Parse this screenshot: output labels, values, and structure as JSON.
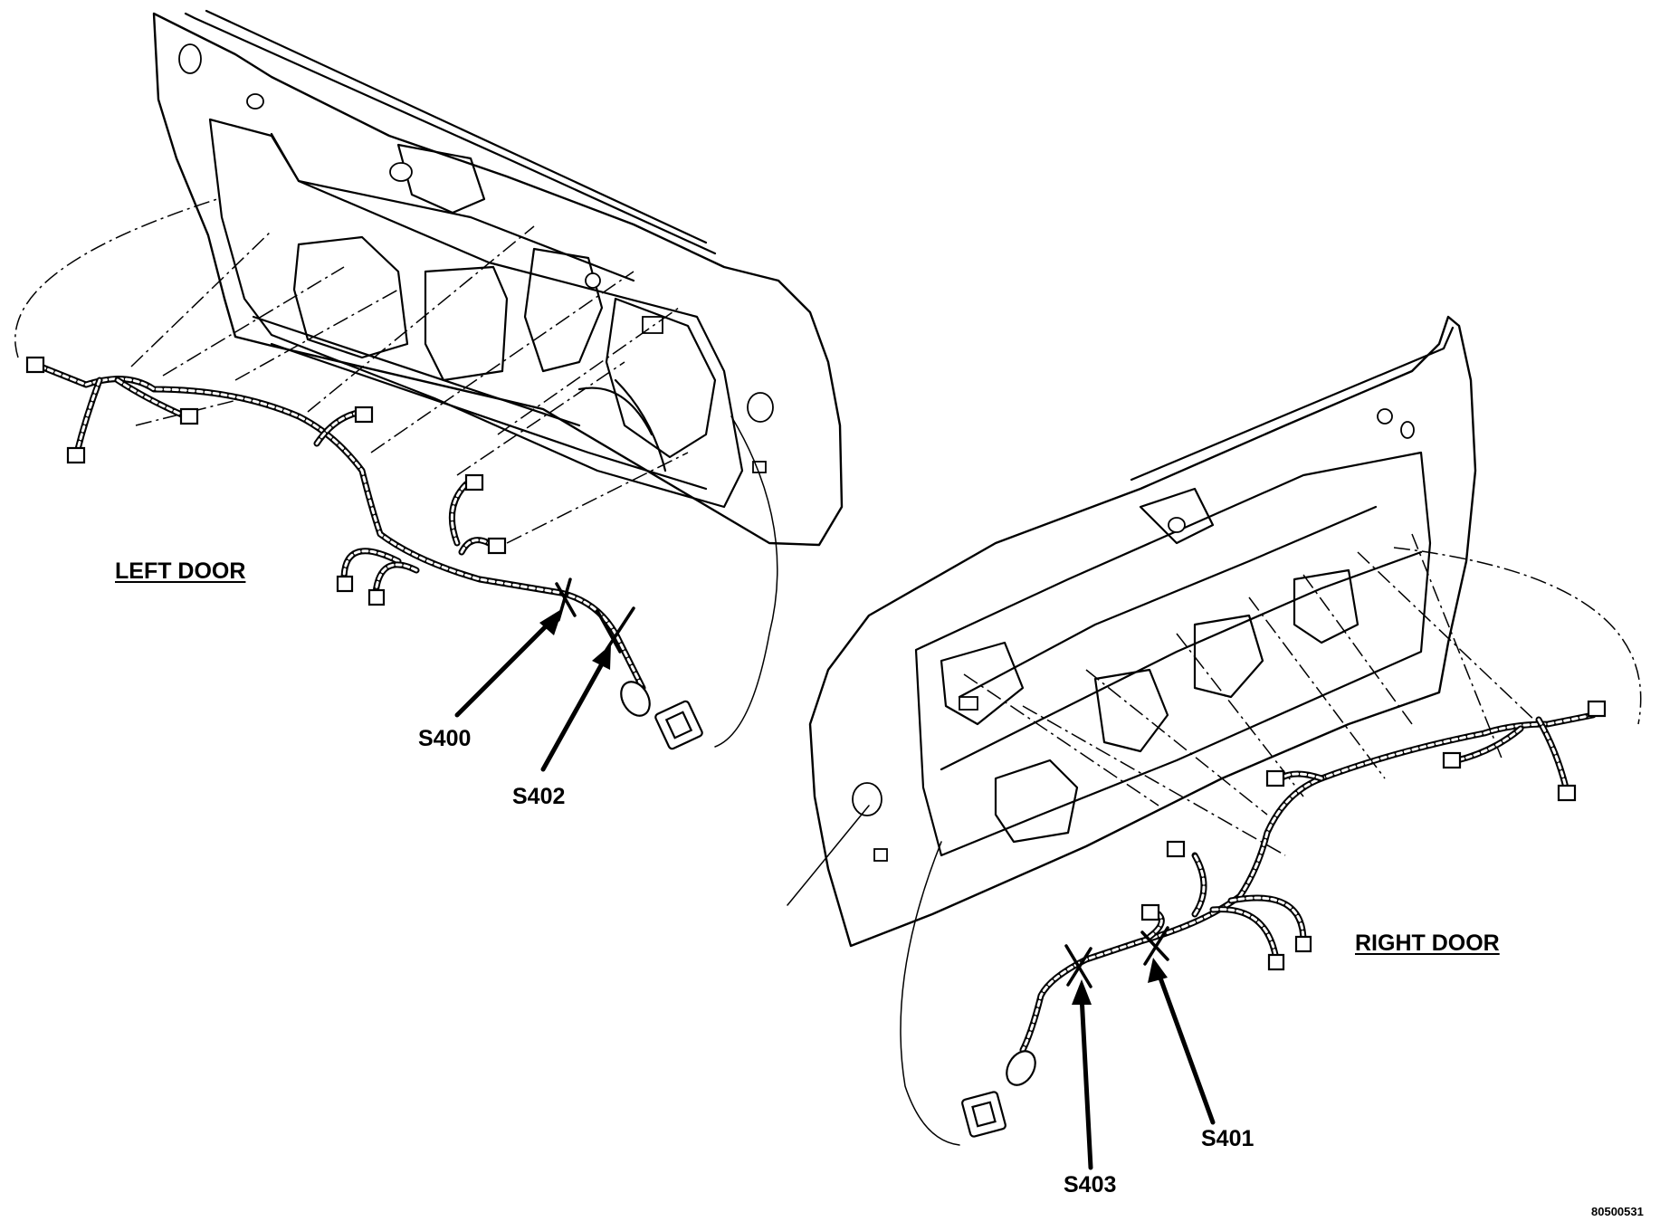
{
  "labels": {
    "left_door": "LEFT DOOR",
    "right_door": "RIGHT DOOR",
    "splices": {
      "s400": "S400",
      "s401": "S401",
      "s402": "S402",
      "s403": "S403"
    },
    "figure_id": "80500531"
  }
}
